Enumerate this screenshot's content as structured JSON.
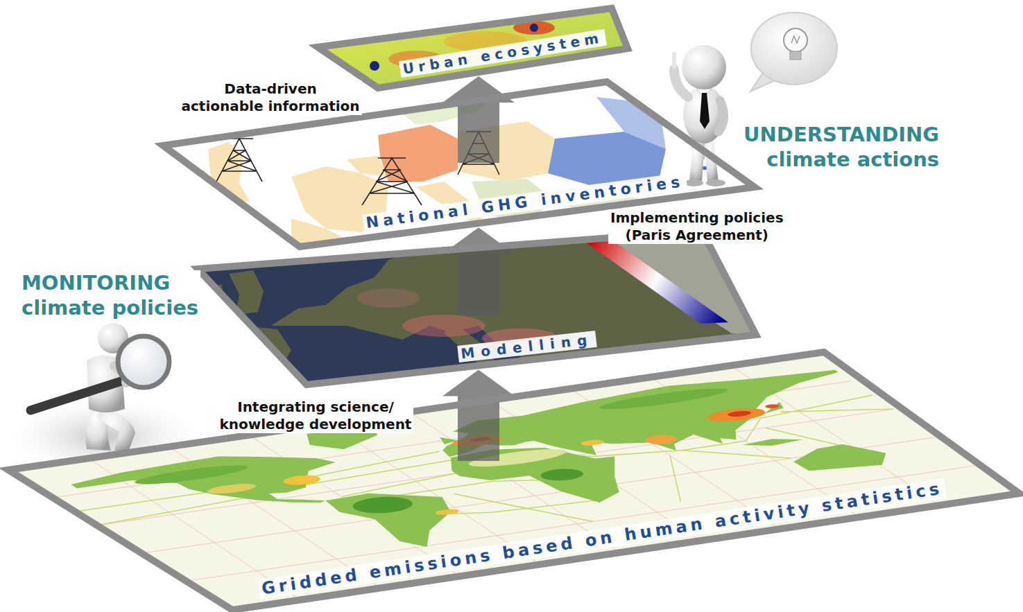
{
  "diagram": {
    "nodes": [
      {
        "text": [
          "Urban ecosystem"
        ]
      },
      {
        "text": [
          "National GHG inventories"
        ]
      },
      {
        "text": [
          "Modelling"
        ]
      },
      {
        "text": [
          "Gridded emissions based on human activity statistics"
        ]
      }
    ],
    "edges": [
      {
        "from": 3,
        "to": 2,
        "arrow": "to",
        "label": "Integrating science/ knowledge development"
      },
      {
        "from": 2,
        "to": 1,
        "arrow": "to",
        "label": "Implementing policies (Paris Agreement)"
      },
      {
        "from": 1,
        "to": 0,
        "arrow": "to",
        "label": "Data-driven actionable information"
      }
    ],
    "labels": [
      "UNDERSTANDING climate actions",
      "MONITORING climate policies"
    ]
  }
}
